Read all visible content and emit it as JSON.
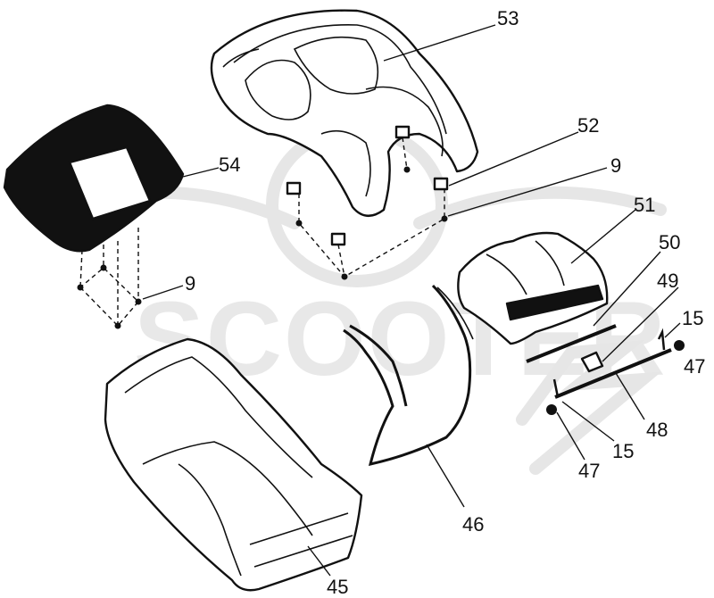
{
  "watermark": {
    "text": "SCOOTER",
    "logo_mark": "xp-logo"
  },
  "callouts": [
    {
      "id": "53",
      "label": "53"
    },
    {
      "id": "52",
      "label": "52"
    },
    {
      "id": "9a",
      "label": "9"
    },
    {
      "id": "54",
      "label": "54"
    },
    {
      "id": "9b",
      "label": "9"
    },
    {
      "id": "51",
      "label": "51"
    },
    {
      "id": "50",
      "label": "50"
    },
    {
      "id": "49",
      "label": "49"
    },
    {
      "id": "15a",
      "label": "15"
    },
    {
      "id": "47a",
      "label": "47"
    },
    {
      "id": "48",
      "label": "48"
    },
    {
      "id": "15b",
      "label": "15"
    },
    {
      "id": "47b",
      "label": "47"
    },
    {
      "id": "46",
      "label": "46"
    },
    {
      "id": "45",
      "label": "45"
    }
  ]
}
